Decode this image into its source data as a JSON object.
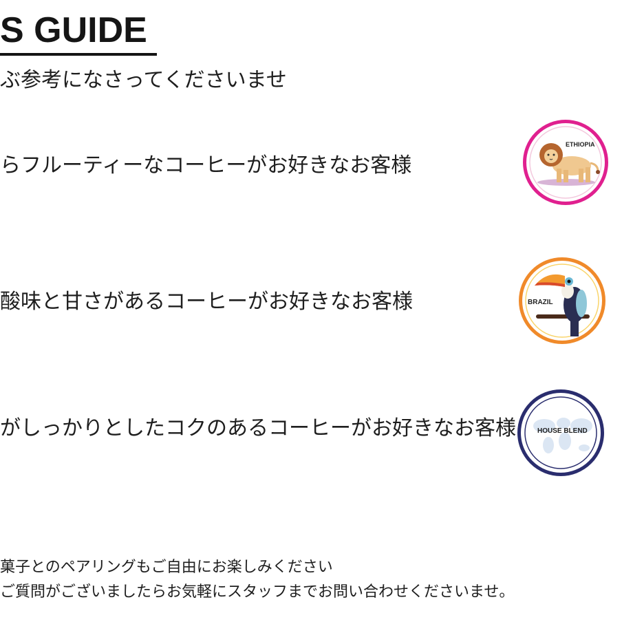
{
  "header": {
    "title": "S GUIDE",
    "subtitle": "ぶ参考になさってくださいませ"
  },
  "items": [
    {
      "description": "らフルーティーなコーヒーがお好きなお客様",
      "badge_label": "ETHIOPIA",
      "badge_color": "#e0208f",
      "icon": "lion-icon"
    },
    {
      "description": "酸味と甘さがあるコーヒーがお好きなお客様",
      "badge_label": "BRAZIL",
      "badge_color": "#f08a2a",
      "icon": "toucan-icon"
    },
    {
      "description": "がしっかりとしたコクのあるコーヒーがお好きなお客様",
      "badge_label": "HOUSE BLEND",
      "badge_color": "#2a2d6e",
      "icon": "world-map-icon"
    }
  ],
  "footer": {
    "line1": "菓子とのペアリングもご自由にお楽しみください",
    "line2": "ご質問がございましたらお気軽にスタッフまでお問い合わせくださいませ。"
  }
}
